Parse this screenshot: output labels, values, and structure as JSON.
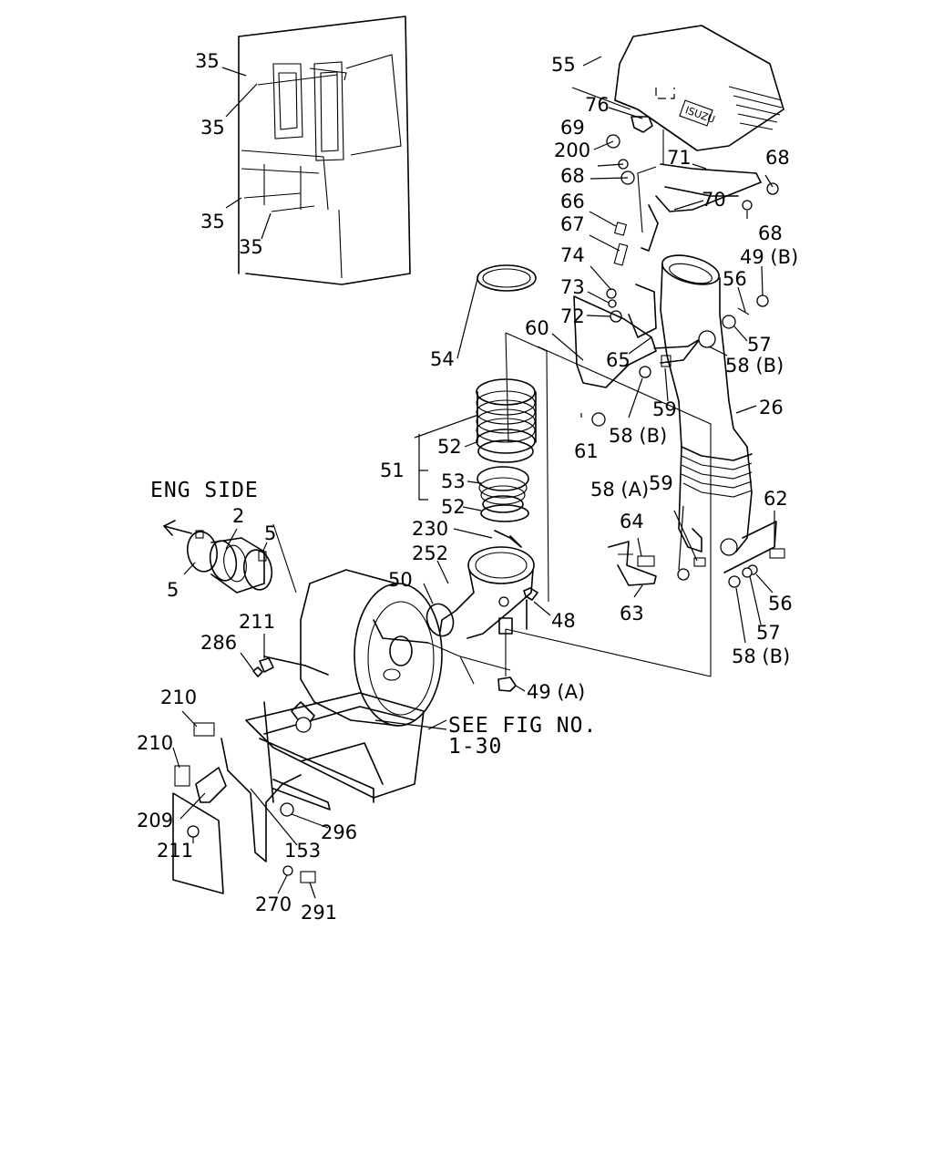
{
  "callouts": [
    "35",
    "35",
    "35",
    "35",
    "55",
    "76",
    "69",
    "200",
    "68",
    "71",
    "68",
    "66",
    "70",
    "68",
    "67",
    "74",
    "49 (B)",
    "56",
    "73",
    "72",
    "60",
    "57",
    "54",
    "65",
    "58 (B)",
    "58 (B)",
    "59",
    "26",
    "52",
    "61",
    "51",
    "53",
    "58 (A)",
    "59",
    "62",
    "52",
    "230",
    "64",
    "252",
    "5",
    "2",
    "5",
    "56",
    "50",
    "48",
    "63",
    "57",
    "58 (B)",
    "211",
    "286",
    "49 (A)",
    "210",
    "210",
    "209",
    "211",
    "296",
    "153",
    "270",
    "291"
  ],
  "notes": {
    "eng_side": "ENG SIDE",
    "see_fig_line1": "SEE FIG NO.",
    "see_fig_line2": "1-30"
  },
  "cover_badge": "ISUZU"
}
